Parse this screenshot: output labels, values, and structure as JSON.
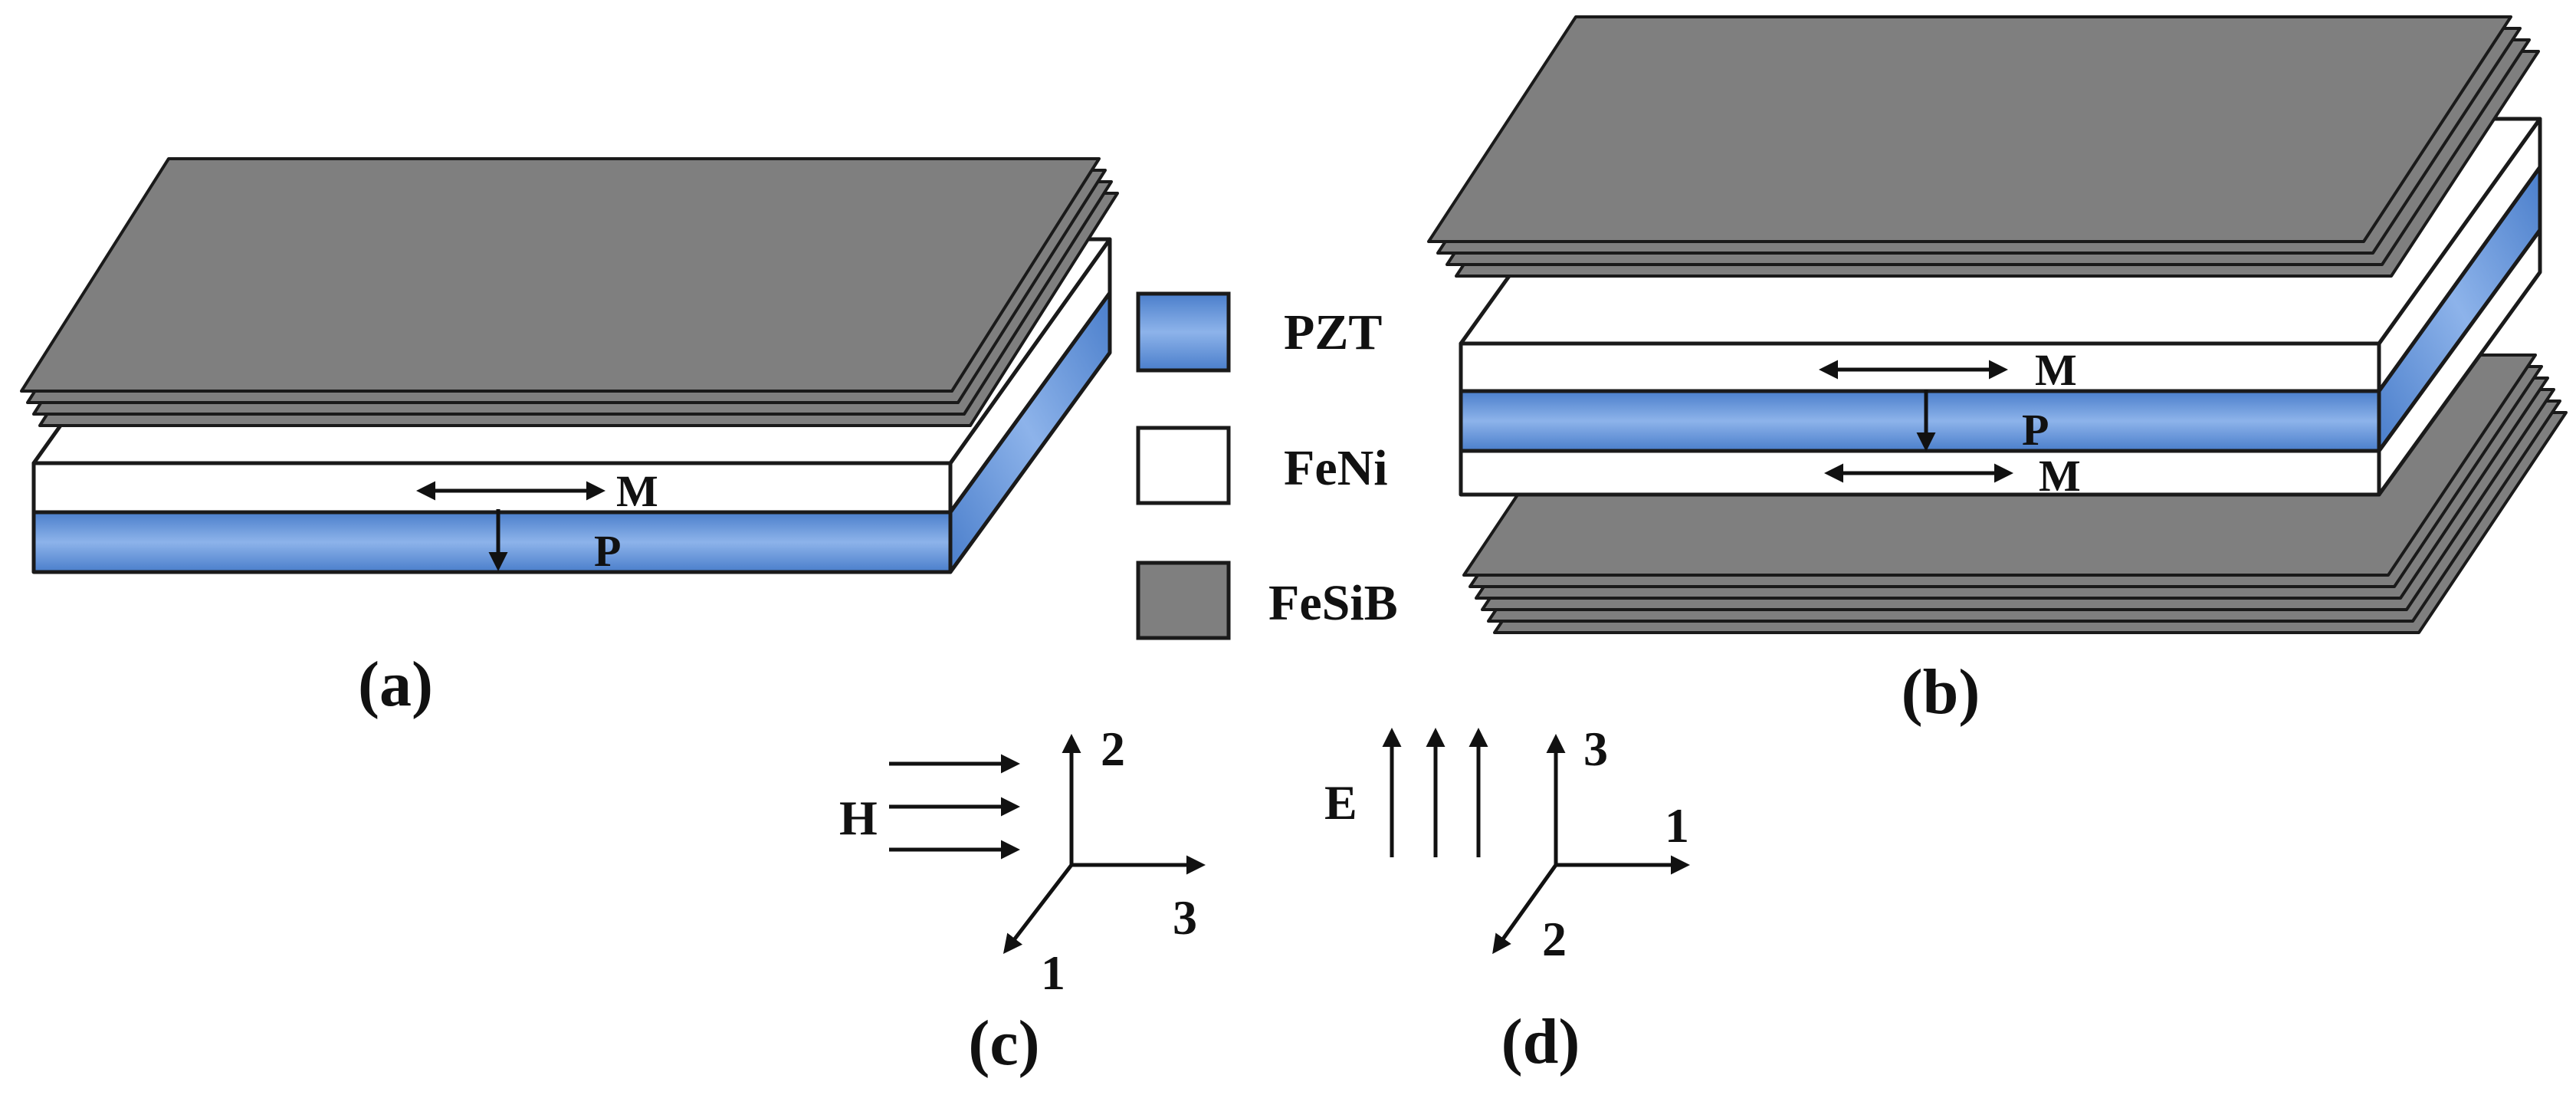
{
  "panels": {
    "a": "(a)",
    "b": "(b)",
    "c": "(c)",
    "d": "(d)"
  },
  "legend": [
    {
      "label": "PZT",
      "color": "#5b8fd9"
    },
    {
      "label": "FeNi",
      "color": "#ffffff"
    },
    {
      "label": "FeSiB",
      "color": "#7f7f7f"
    }
  ],
  "layer_labels": {
    "magnetization": "M",
    "polarization": "P"
  },
  "axes_c": {
    "field": "H",
    "x": "3",
    "y": "2",
    "z": "1"
  },
  "axes_d": {
    "field": "E",
    "x": "1",
    "y": "3",
    "z": "2"
  }
}
